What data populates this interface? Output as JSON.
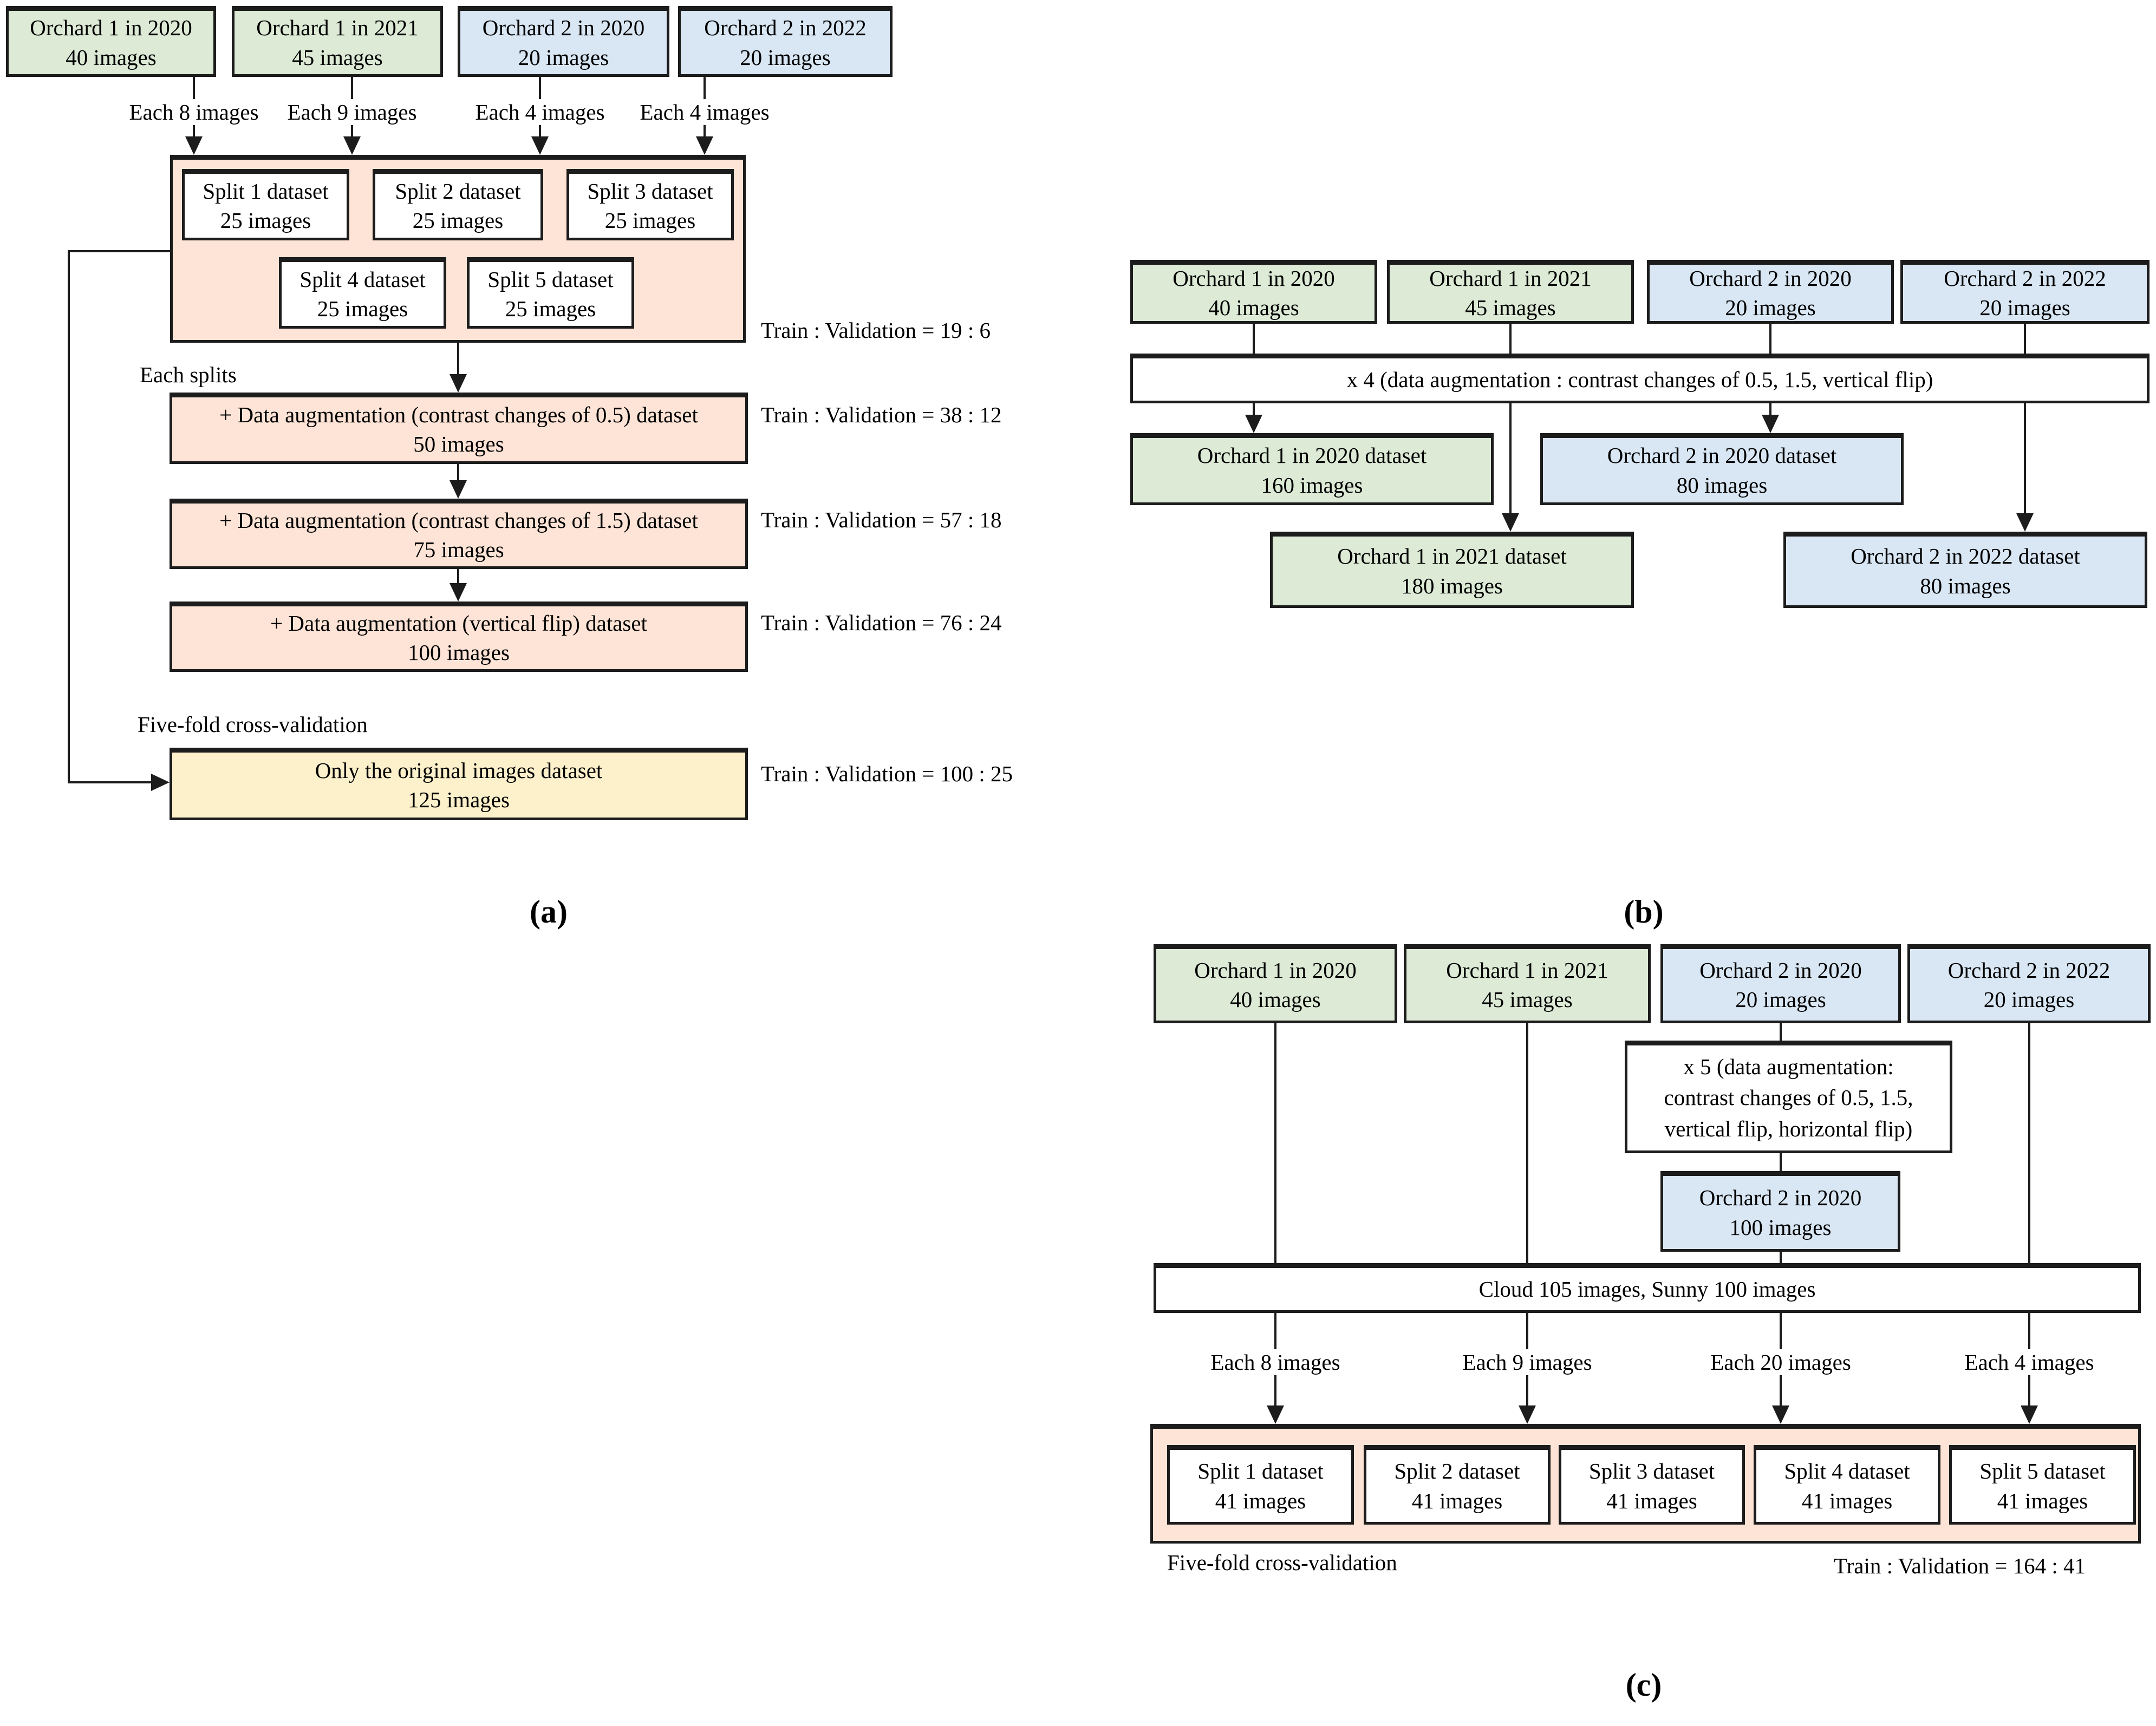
{
  "figure": {
    "sources": [
      {
        "line1": "Orchard 1 in 2020",
        "line2": "40 images"
      },
      {
        "line1": "Orchard 1 in 2021",
        "line2": "45 images"
      },
      {
        "line1": "Orchard 2 in 2020",
        "line2": "20 images"
      },
      {
        "line1": "Orchard 2 in 2022",
        "line2": "20 images"
      }
    ],
    "a": {
      "caption": "(a)",
      "each_labels": [
        "Each 8 images",
        "Each 9 images",
        "Each 4 images",
        "Each 4 images"
      ],
      "splits": [
        {
          "line1": "Split 1 dataset",
          "line2": "25 images"
        },
        {
          "line1": "Split 2 dataset",
          "line2": "25 images"
        },
        {
          "line1": "Split 3 dataset",
          "line2": "25 images"
        },
        {
          "line1": "Split 4 dataset",
          "line2": "25 images"
        },
        {
          "line1": "Split 5 dataset",
          "line2": "25 images"
        }
      ],
      "splits_ratio": "Train : Validation = 19 : 6",
      "each_splits_label": "Each splits",
      "aug_steps": [
        {
          "line1": "+ Data augmentation (contrast changes of 0.5) dataset",
          "line2": "50 images",
          "ratio": "Train : Validation = 38 : 12"
        },
        {
          "line1": "+ Data augmentation (contrast changes of 1.5) dataset",
          "line2": "75 images",
          "ratio": "Train : Validation = 57 : 18"
        },
        {
          "line1": "+ Data augmentation (vertical flip) dataset",
          "line2": "100 images",
          "ratio": "Train : Validation = 76 : 24"
        }
      ],
      "five_fold_label": "Five-fold cross-validation",
      "original": {
        "line1": "Only the original images dataset",
        "line2": "125 images",
        "ratio": "Train : Validation = 100 : 25"
      }
    },
    "b": {
      "caption": "(b)",
      "augmentation_note": "x 4 (data augmentation : contrast changes of 0.5, 1.5, vertical flip)",
      "outputs": [
        {
          "line1": "Orchard 1 in 2020 dataset",
          "line2": "160 images"
        },
        {
          "line1": "Orchard 2 in 2020 dataset",
          "line2": "80 images"
        },
        {
          "line1": "Orchard 1 in 2021 dataset",
          "line2": "180 images"
        },
        {
          "line1": "Orchard 2 in 2022 dataset",
          "line2": "80 images"
        }
      ]
    },
    "c": {
      "caption": "(c)",
      "augmentation_note_lines": [
        "x 5 (data augmentation:",
        "contrast changes of 0.5, 1.5,",
        "vertical flip, horizontal flip)"
      ],
      "augmented_output": {
        "line1": "Orchard 2 in 2020",
        "line2": "100 images"
      },
      "pool_label": "Cloud 105 images, Sunny 100 images",
      "each_labels": [
        "Each 8 images",
        "Each 9 images",
        "Each 20 images",
        "Each 4 images"
      ],
      "splits": [
        {
          "line1": "Split 1 dataset",
          "line2": "41 images"
        },
        {
          "line1": "Split 2 dataset",
          "line2": "41 images"
        },
        {
          "line1": "Split 3 dataset",
          "line2": "41 images"
        },
        {
          "line1": "Split 4 dataset",
          "line2": "41 images"
        },
        {
          "line1": "Split 5 dataset",
          "line2": "41 images"
        }
      ],
      "five_fold_label": "Five-fold cross-validation",
      "ratio": "Train : Validation = 164 : 41"
    },
    "colors": {
      "source_green": "#dcead6",
      "source_blue": "#d9e7f4",
      "pool_peach": "#fde4d6",
      "original_yellow": "#fdf1cb",
      "line": "#1c1c1c"
    }
  }
}
